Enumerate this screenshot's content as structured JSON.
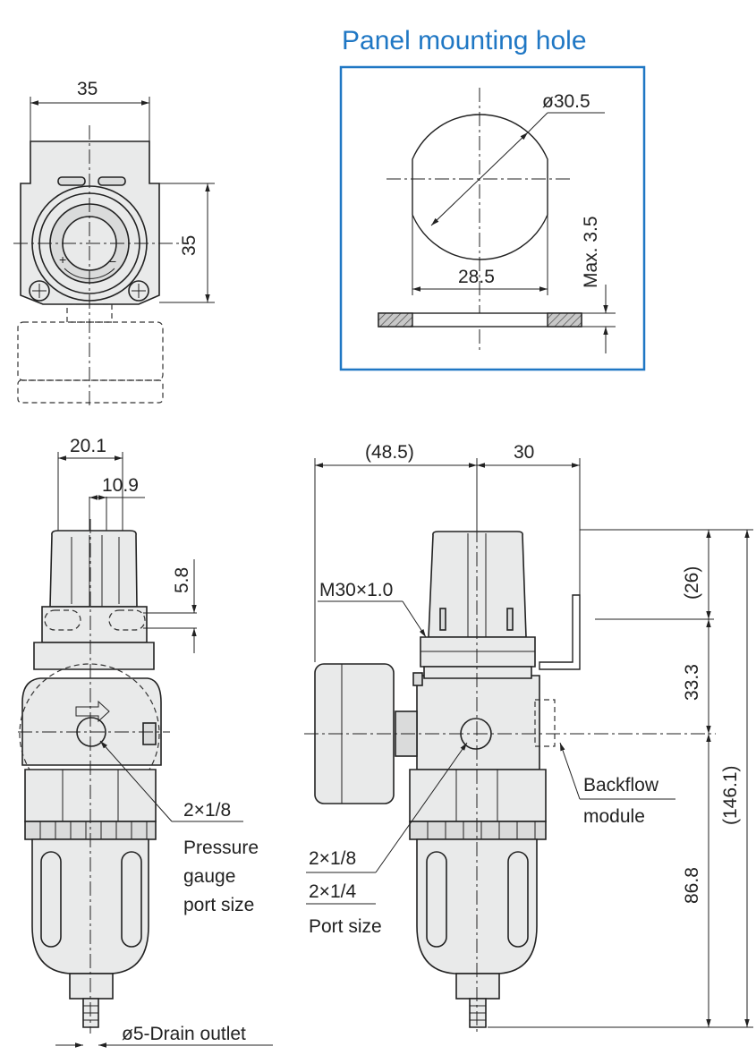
{
  "panel": {
    "title": "Panel mounting hole",
    "diameter": "ø30.5",
    "width": "28.5",
    "max_thickness": "Max. 3.5",
    "frame_color": "#1f77c4"
  },
  "top_view": {
    "width_dim": "35",
    "height_dim": "35"
  },
  "front_view": {
    "dim_a": "20.1",
    "dim_b": "10.9",
    "dim_c": "5.8",
    "gauge_port": "2×1/8",
    "gauge_caption_1": "Pressure",
    "gauge_caption_2": "gauge",
    "gauge_caption_3": "port size",
    "drain": "ø5-Drain outlet"
  },
  "side_view": {
    "dim_left": "(48.5)",
    "dim_right": "30",
    "thread": "M30×1.0",
    "dim_top": "(26)",
    "dim_mid": "33.3",
    "dim_total": "(146.1)",
    "dim_bottom": "86.8",
    "backflow_1": "Backflow",
    "backflow_2": "module",
    "port_a": "2×1/8",
    "port_b": "2×1/4",
    "port_caption": "Port size"
  }
}
